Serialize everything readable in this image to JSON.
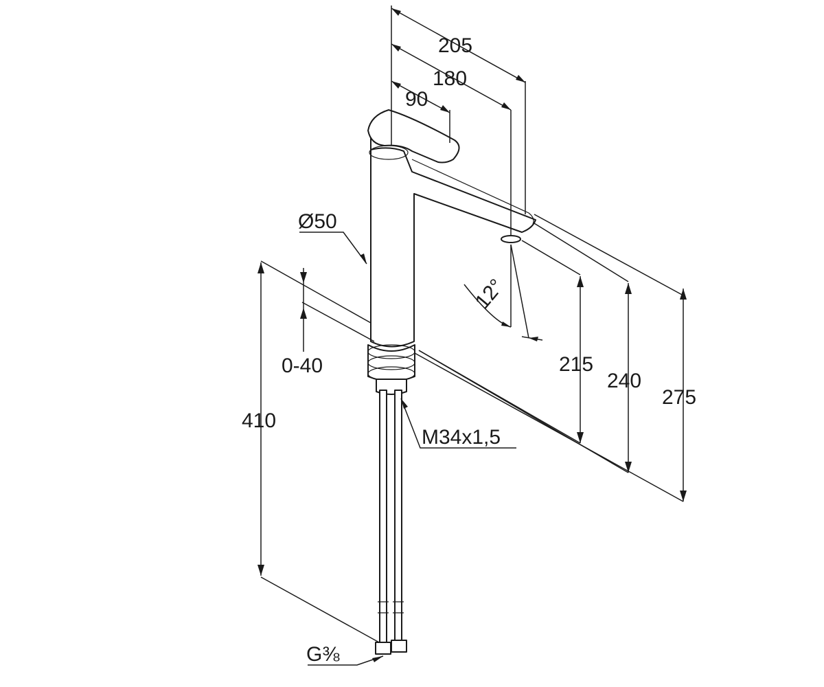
{
  "drawing": {
    "dimensions": {
      "overall_reach": "205",
      "spout_reach": "180",
      "lever_reach": "90",
      "diameter": "Ø50",
      "spout_angle": "12°",
      "mounting_range": "0-40",
      "hose_length": "410",
      "height_outlet": "215",
      "height_spout": "240",
      "height_total": "275",
      "thread": "M34x1,5",
      "connection_thread": "G⅜"
    }
  }
}
